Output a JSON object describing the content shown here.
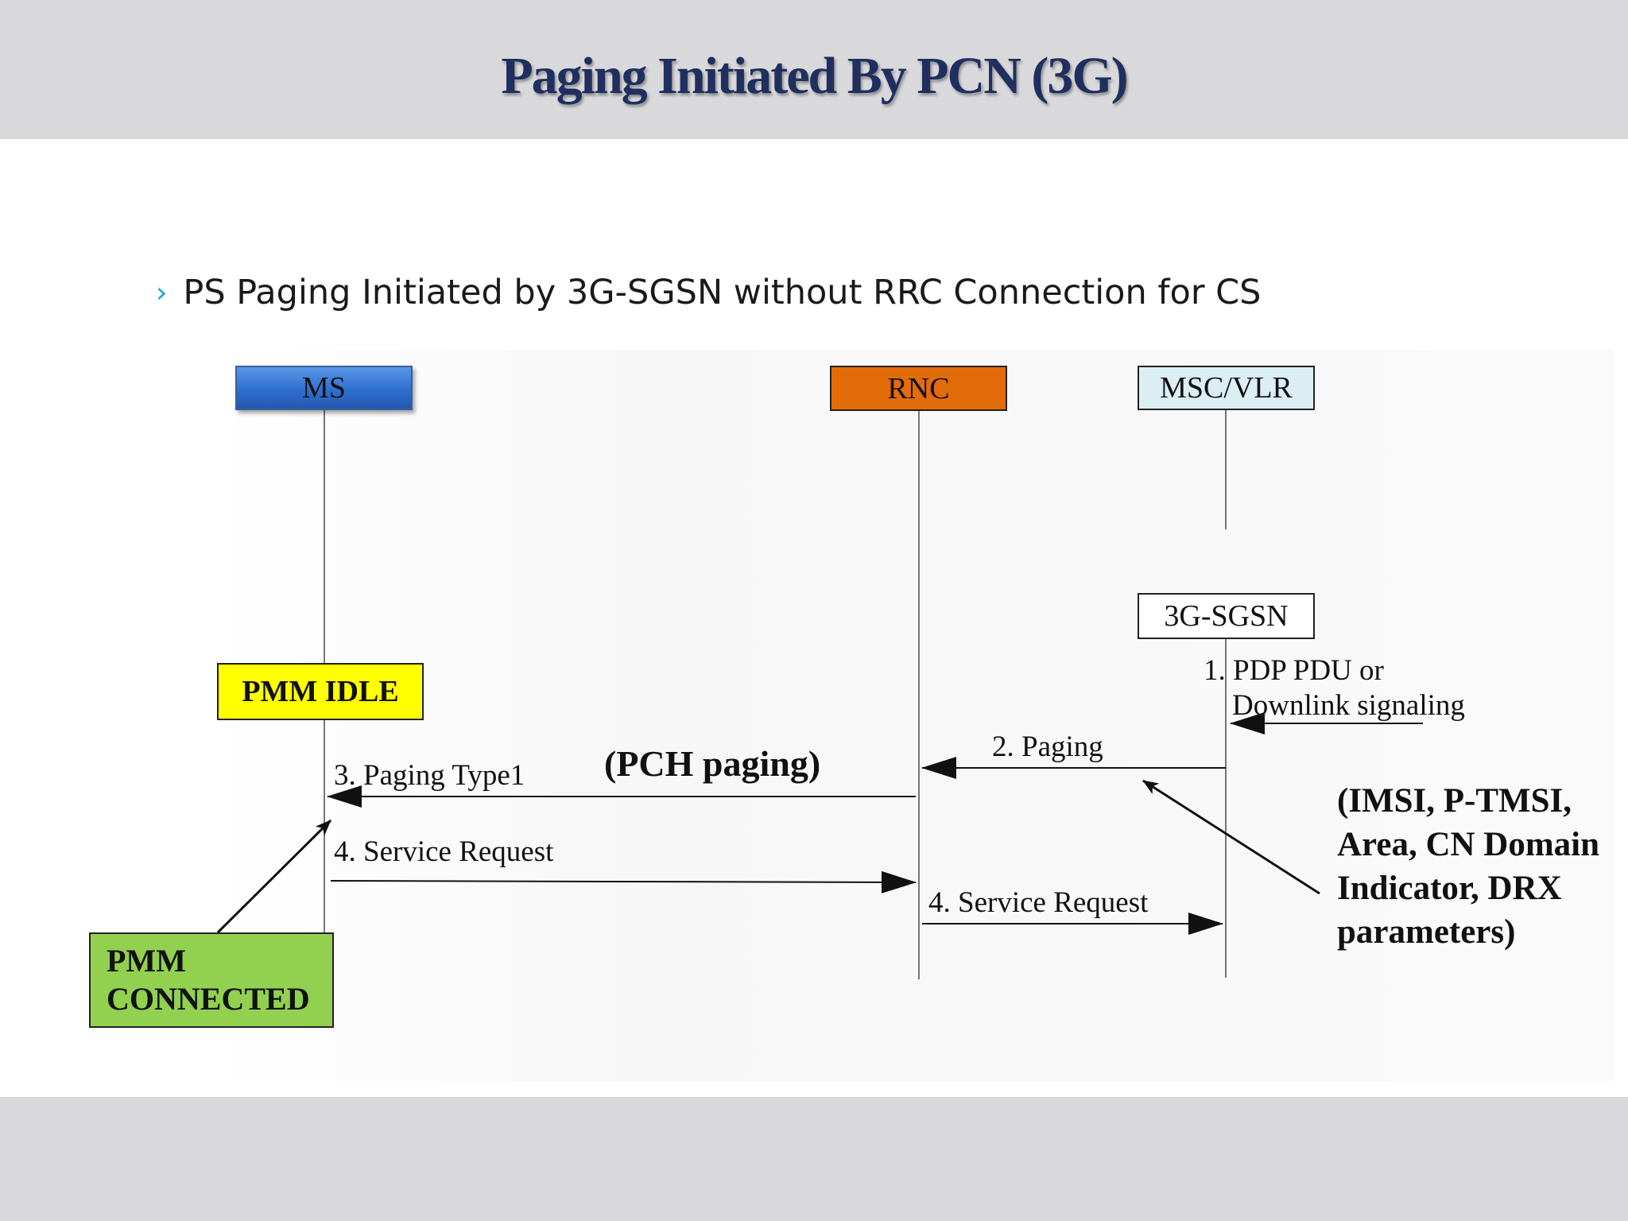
{
  "slide": {
    "title": "Paging Initiated By PCN (3G)",
    "bullet_marker": "›",
    "bullet_text": "PS Paging Initiated by 3G-SGSN without RRC Connection for CS"
  },
  "entities": {
    "ms": "MS",
    "rnc": "RNC",
    "msc_vlr": "MSC/VLR",
    "sgsn": "3G-SGSN"
  },
  "states": {
    "idle": "PMM IDLE",
    "connected_line1": "PMM",
    "connected_line2": "CONNECTED"
  },
  "messages": {
    "step1_line1": "1. PDP PDU or",
    "step1_line2": "Downlink signaling",
    "step2": "2. Paging",
    "step3": "3. Paging Type1",
    "pch": "(PCH paging)",
    "step4_ms_rnc": "4. Service Request",
    "step4_rnc_sgsn": "4. Service Request"
  },
  "note": "(IMSI, P-TMSI, Area, CN Domain Indicator, DRX parameters)",
  "colors": {
    "band": "#d9d9db",
    "title": "#1f2f5f",
    "bullet_marker": "#1aa3c8",
    "ms": "#2f6fd0",
    "rnc": "#e36c0a",
    "msc_vlr": "#dbeef3",
    "idle": "#ffff00",
    "connected": "#92d050"
  }
}
